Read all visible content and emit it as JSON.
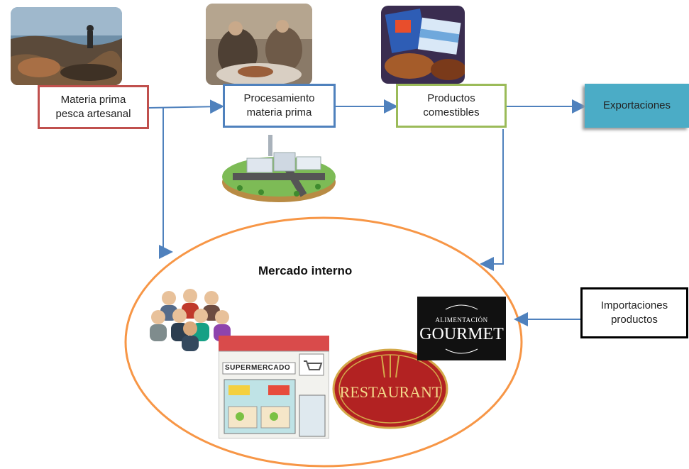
{
  "nodes": {
    "materia_prima": "Materia prima pesca artesanal",
    "procesamiento": "Procesamiento materia prima",
    "productos": "Productos comestibles",
    "exportaciones": "Exportaciones",
    "importaciones": "Importaciones productos",
    "mercado": "Mercado interno"
  },
  "images": {
    "supermarket_sign": "SUPERMERCADO",
    "restaurant_sign": "RESTAURANT",
    "gourmet_small": "ALIMENTACIÓN",
    "gourmet_big": "GOURMET"
  },
  "colors": {
    "materia_border": "#c0504d",
    "procesamiento_border": "#4f81bd",
    "productos_border": "#9bbb59",
    "exportaciones_fill": "#4bacc6",
    "importaciones_border": "#000000",
    "arrow": "#4f81bd",
    "ellipse": "#f79646"
  }
}
